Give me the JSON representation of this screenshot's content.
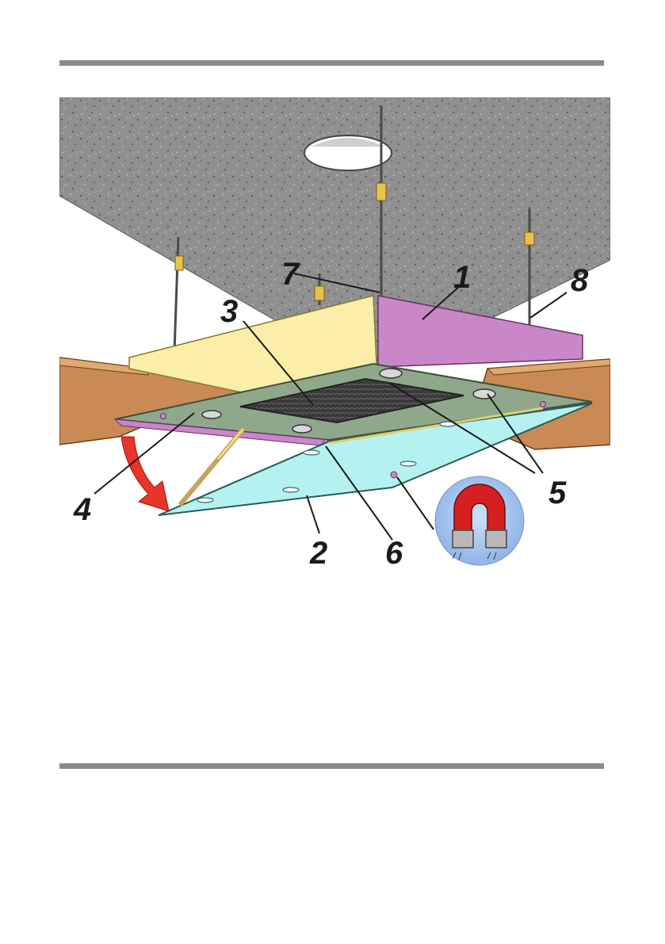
{
  "figure": {
    "callouts": [
      "1",
      "2",
      "3",
      "4",
      "5",
      "6",
      "7",
      "8"
    ],
    "icons": [
      "magnet-icon",
      "fold-down-arrow-icon"
    ],
    "colors": {
      "ceiling": "#8e8e8e",
      "box_side_purple": "#c986c9",
      "box_side_yellow": "#fbeea8",
      "panel_green": "#8fa88c",
      "door_cyan": "#b4f2f2",
      "beam_wood": "#c98a55",
      "arrow_red": "#e8342a",
      "magnet_red": "#d42020",
      "magnet_bg": "#a9c8ef"
    }
  }
}
